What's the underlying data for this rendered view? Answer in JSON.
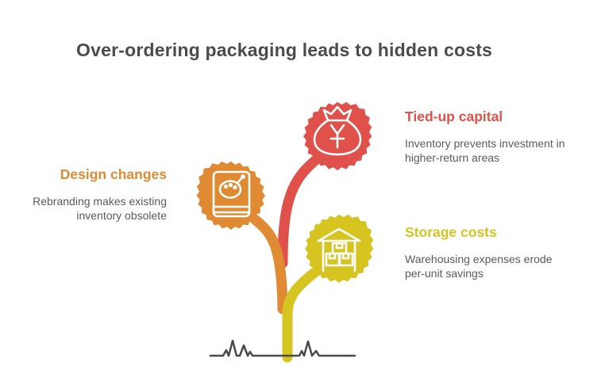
{
  "title": "Over-ordering packaging leads to hidden costs",
  "items": [
    {
      "id": "tied-up-capital",
      "heading": "Tied-up capital",
      "body": "Inventory prevents investment in higher-return areas",
      "icon": "money-bag-icon"
    },
    {
      "id": "design-changes",
      "heading": "Design changes",
      "body": "Rebranding makes existing inventory obsolete",
      "icon": "paint-palette-book-icon"
    },
    {
      "id": "storage-costs",
      "heading": "Storage costs",
      "body": "Warehousing expenses erode per-unit savings",
      "icon": "warehouse-icon"
    }
  ],
  "colors": {
    "red": "#E0514C",
    "orange": "#E08A33",
    "yellow": "#D6C420",
    "title_text": "#4B4B4D",
    "body_text": "#595A5C",
    "ground": "#4A4A4C",
    "icon_stroke": "#FFFFFF"
  }
}
